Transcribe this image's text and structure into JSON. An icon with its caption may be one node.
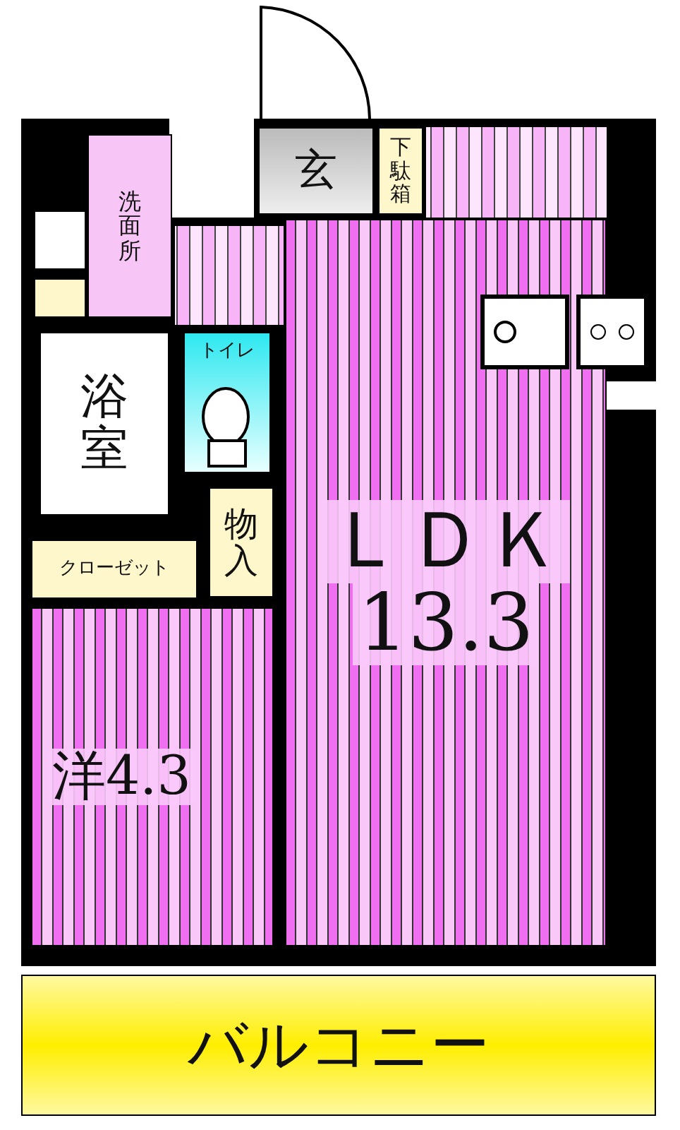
{
  "diagram": {
    "nodes": [
      {
        "text": [
          "玄"
        ]
      },
      {
        "text": [
          "下駄箱"
        ]
      },
      {
        "text": [
          "洗面所"
        ]
      },
      {
        "text": [
          "浴室"
        ]
      },
      {
        "text": [
          "トイレ"
        ]
      },
      {
        "text": [
          "物入"
        ]
      },
      {
        "text": [
          "クローゼット"
        ]
      },
      {
        "text": [
          "ＬＤＫ",
          "13.3"
        ]
      },
      {
        "text": [
          "洋4.3"
        ]
      },
      {
        "text": [
          "バルコニー"
        ]
      }
    ]
  }
}
